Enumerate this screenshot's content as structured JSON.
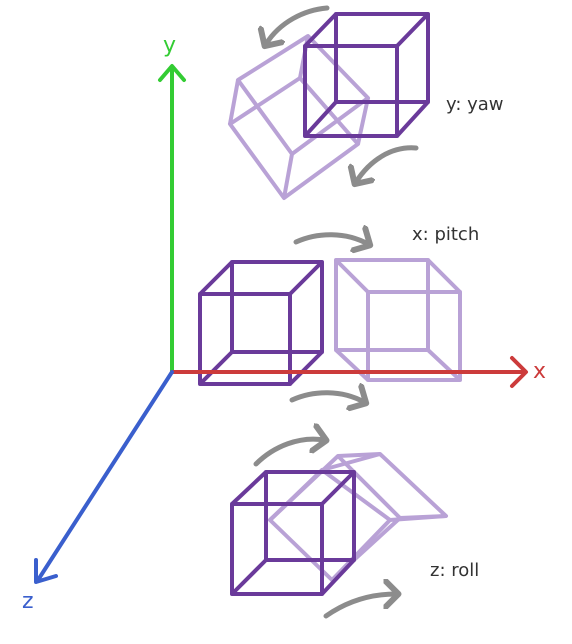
{
  "axes": {
    "x": {
      "label": "x",
      "color": "#cc3b3b"
    },
    "y": {
      "label": "y",
      "color": "#33cc33"
    },
    "z": {
      "label": "z",
      "color": "#3a5fcd"
    }
  },
  "rotations": {
    "yaw": {
      "label": "y: yaw"
    },
    "pitch": {
      "label": "x: pitch"
    },
    "roll": {
      "label": "z: roll"
    }
  },
  "colors": {
    "cube": "#6a3a9a",
    "cube_ghost": "#b9a2d6",
    "arrow": "#8c8c8c"
  }
}
